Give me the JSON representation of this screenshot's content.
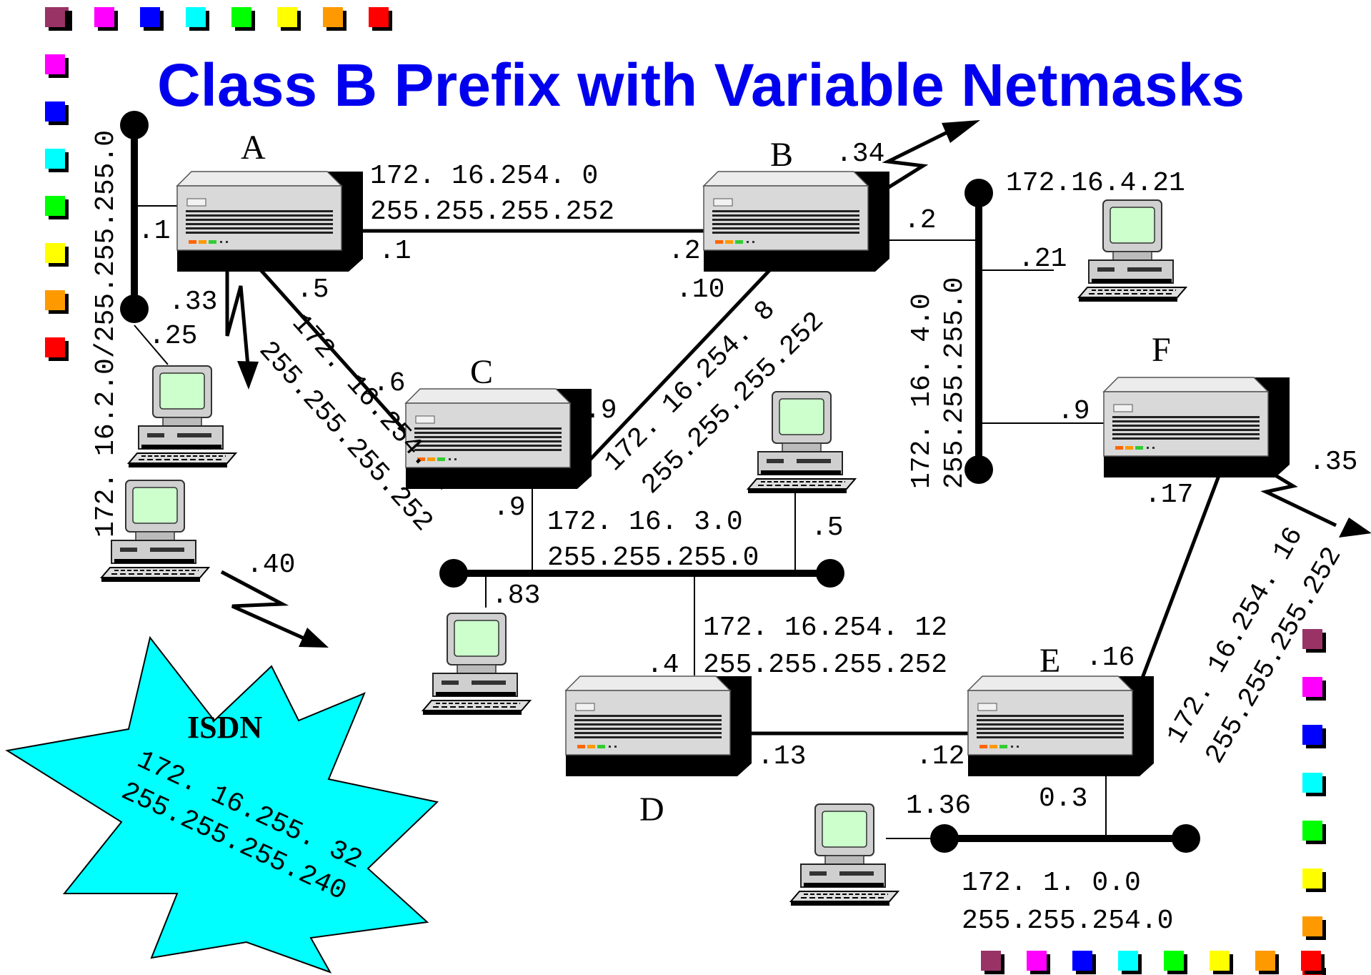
{
  "title": "Class B Prefix with Variable Netmasks",
  "decor_colors": [
    "#993366",
    "#ff00ff",
    "#0000ff",
    "#00ffff",
    "#00ff00",
    "#ffff00",
    "#ff9900",
    "#ff0000"
  ],
  "routers": {
    "a": "A",
    "b": "B",
    "c": "C",
    "d": "D",
    "e": "E",
    "f": "F"
  },
  "networks": {
    "ab_net": "172. 16.254.  0",
    "ab_mask": "255.255.255.252",
    "lan_a": "172. 16.2.0/255.255.255.0",
    "ac_net": "172. 16.254.  4",
    "ac_mask": "255.255.255.252",
    "bc_net": "172. 16.254.  8",
    "bc_mask": "255.255.255.252",
    "lan_b_net": "172. 16.  4.0",
    "lan_b_mask": "255.255.255.0",
    "host_b": "172.16.4.21",
    "lan_c_net": "172. 16.  3.0",
    "lan_c_mask": "255.255.255.0",
    "de_net": "172. 16.254. 12",
    "de_mask": "255.255.255.252",
    "ef_net": "172. 16.254. 16",
    "ef_mask": "255.255.255.252",
    "lan_e_net": "172.  1.  0.0",
    "lan_e_mask": "255.255.254.0"
  },
  "isdn": {
    "label": "ISDN",
    "net": "172. 16.255. 32",
    "mask": "255.255.255.240"
  },
  "hosts": {
    "a_lan": ".1",
    "a_ab": ".1",
    "b_ab": ".2",
    "b_isdn": ".34",
    "b_lan": ".2",
    "host21": ".21",
    "a_isdn": ".33",
    "host25": ".25",
    "a_ac": ".5",
    "c_ac": ".6",
    "b_bc": ".10",
    "c_bc": ".9",
    "f_lan": ".9",
    "c_lan": ".9",
    "host5": ".5",
    "host40": ".40",
    "host83": ".83",
    "d_lan": ".4",
    "d_de": ".13",
    "e_de": ".12",
    "e_ef": ".16",
    "f_ef": ".17",
    "f_isdn": ".35",
    "e_lan": "0.3",
    "host136": "1.36"
  }
}
